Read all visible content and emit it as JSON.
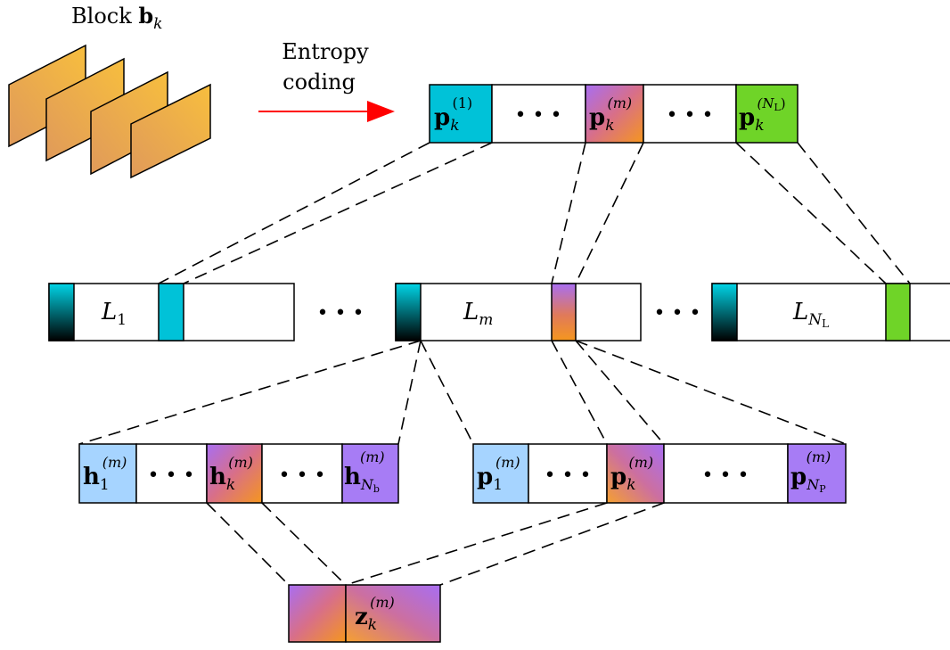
{
  "block_label": {
    "text": "Block ",
    "symbol": "b",
    "subscript": "k"
  },
  "arrow_label": {
    "line1": "Entropy",
    "line2": "coding"
  },
  "ellipsis": "• • •",
  "top_packets": [
    {
      "base": "p",
      "sub": "k",
      "sup": "(1)"
    },
    {
      "base": "p",
      "sub": "k",
      "sup": "(m)"
    },
    {
      "base": "p",
      "sub": "k",
      "sup": "(N",
      "sup_sub": "L",
      "sup_close": ")"
    }
  ],
  "layers": [
    {
      "base": "L",
      "sub": "1"
    },
    {
      "base": "L",
      "sub": "m"
    },
    {
      "base": "L",
      "sub": "N",
      "sub_sub": "L"
    }
  ],
  "h_cells": [
    {
      "base": "h",
      "sub": "1",
      "sup": "(m)"
    },
    {
      "base": "h",
      "sub": "k",
      "sup": "(m)"
    },
    {
      "base": "h",
      "sub": "N",
      "sub_sub": "b",
      "sup": "(m)"
    }
  ],
  "p_cells": [
    {
      "base": "p",
      "sub": "1",
      "sup": "(m)"
    },
    {
      "base": "p",
      "sub": "k",
      "sup": "(m)"
    },
    {
      "base": "p",
      "sub": "N",
      "sub_sub": "P",
      "sup": "(m)"
    }
  ],
  "z_cell": {
    "base": "z",
    "sub": "k",
    "sup": "(m)"
  },
  "colors": {
    "cyan": "#00c2d8",
    "green": "#6fd428",
    "light_blue": "#a6d4ff",
    "purple": "#a77cf5",
    "orange": "#f28c28",
    "block_orange": "#f5b342",
    "arrow_red": "#ff0000"
  }
}
